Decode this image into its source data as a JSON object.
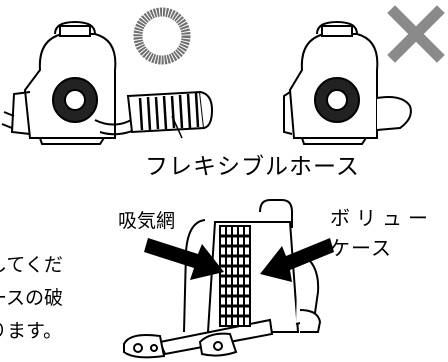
{
  "labels": {
    "ok_mark": "○",
    "ng_mark": "×",
    "flexible_hose": "フレキシブルホース",
    "intake_mesh": "吸気網",
    "volute_case_line1": "ボリュー",
    "volute_case_line2": "ケース"
  },
  "body_text": {
    "line1": "してくだ",
    "line2": "ースの破",
    "line3": "ります。"
  },
  "colors": {
    "ink": "#000000",
    "ok_mark": "#707070",
    "ng_mark": "#8a8a8a",
    "background": "#ffffff"
  }
}
